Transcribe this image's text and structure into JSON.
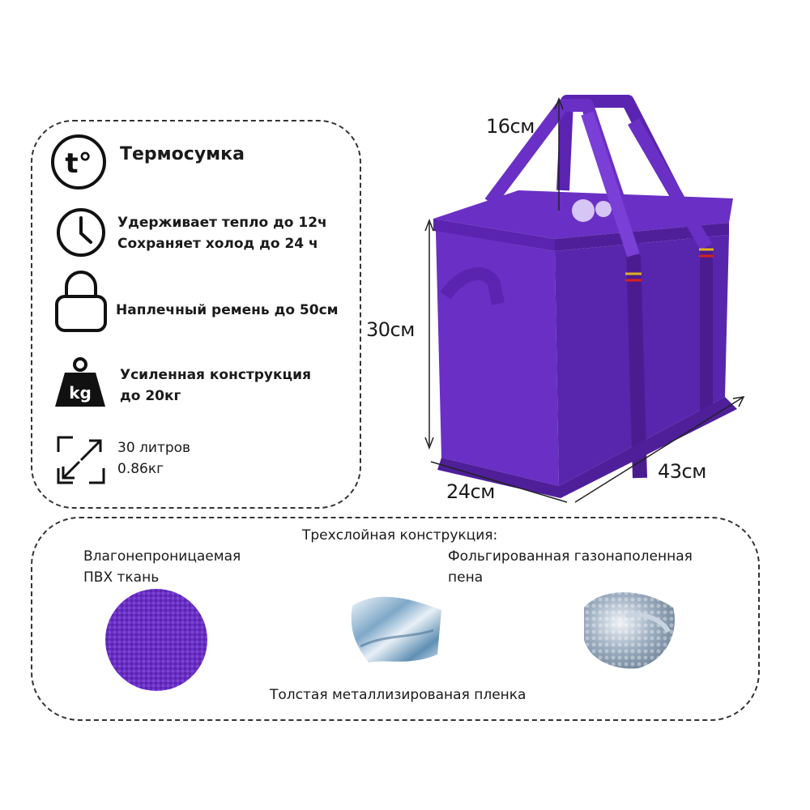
{
  "features": {
    "title": "Термосумка",
    "heat_line1": "Удерживает тепло до 12ч",
    "heat_line2": "Сохраняет холод до 24 ч",
    "strap": "Наплечный ремень до 50см",
    "construction_line1": "Усиленная конструкция",
    "construction_line2": "до 20кг",
    "volume_line1": "30 литров",
    "volume_line2": "0.86кг",
    "icons": {
      "temp_badge": "t°",
      "kg_badge": "kg"
    }
  },
  "dimensions": {
    "handle_height": "16см",
    "height": "30см",
    "width": "24см",
    "length": "43см"
  },
  "layers": {
    "heading": "Трехслойная конструкция:",
    "fabric_line1": "Влагонепроницаемая",
    "fabric_line2": "ПВХ ткань",
    "foam_line1": "Фольгированная газонаполенная",
    "foam_line2": "пена",
    "film": "Толстая металлизированая пленка"
  },
  "colors": {
    "bag_purple": "#6a2fc4",
    "bag_dark": "#4f1f9a",
    "text": "#1a1a1a"
  }
}
